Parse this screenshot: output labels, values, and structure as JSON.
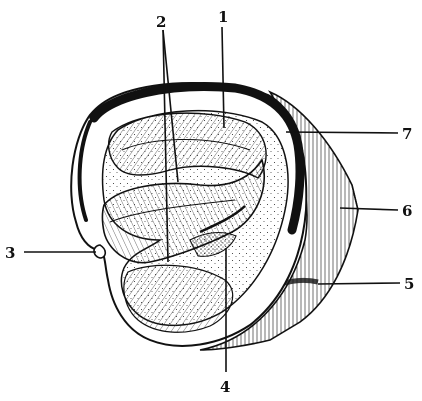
{
  "figure": {
    "labels": {
      "l1": "1",
      "l2": "2",
      "l3": "3",
      "l4": "4",
      "l5": "5",
      "l6": "6",
      "l7": "7"
    }
  },
  "colors": {
    "ink": "#111111",
    "paper": "#ffffff"
  }
}
